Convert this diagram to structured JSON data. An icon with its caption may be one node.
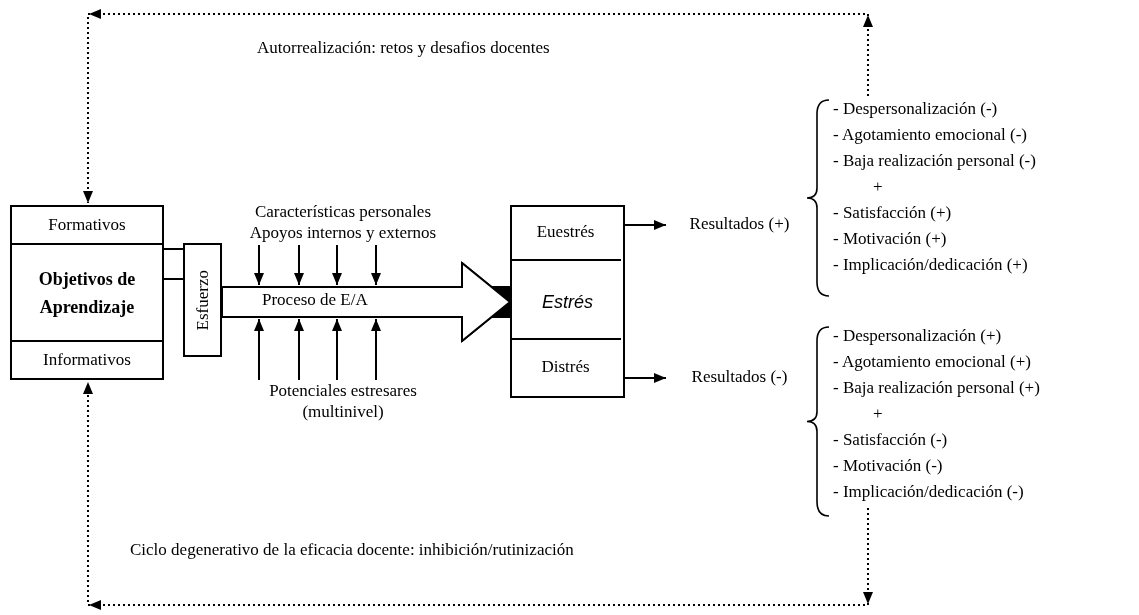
{
  "diagram": {
    "nodes": [
      {
        "text": [
          "Formativos",
          "Objetivos de Aprendizaje",
          "Informativos"
        ]
      },
      {
        "text": [
          "Esfuerzo"
        ]
      },
      {
        "text": [
          "Características personales Apoyos internos y externos"
        ]
      },
      {
        "text": [
          "Potenciales estresares (multinivel)"
        ]
      },
      {
        "text": [
          "Estrés"
        ]
      },
      {
        "text": [
          "Euestrés"
        ],
        "in": 4
      },
      {
        "text": [
          "Distrés"
        ],
        "in": 4
      },
      {
        "text": [
          "Resultados (+)"
        ]
      },
      {
        "text": [
          "Resultados (-)"
        ]
      },
      {
        "text": [
          "- Despersonalización (-)",
          "- Agotamiento emocional (-)",
          "- Baja realización personal (-)",
          "+",
          "- Satisfacción (+)",
          "- Motivación (+)",
          "- Implicación/dedicación (+)"
        ]
      },
      {
        "text": [
          "- Despersonalización (+)",
          "- Agotamiento emocional (+)",
          "- Baja realización personal (+)",
          "+",
          "- Satisfacción (-)",
          "- Motivación (-)",
          "- Implicación/dedicación (-)"
        ]
      }
    ],
    "edges": [
      {
        "from": 0,
        "to": 1,
        "arrow": "none"
      },
      {
        "from": 1,
        "to": 4,
        "arrow": "to",
        "style": "thick",
        "label": "Proceso de E/A"
      },
      {
        "from": 2,
        "to": null,
        "arrow": "to"
      },
      {
        "from": 2,
        "to": null,
        "arrow": "to"
      },
      {
        "from": 2,
        "to": null,
        "arrow": "to"
      },
      {
        "from": 2,
        "to": null,
        "arrow": "to"
      },
      {
        "from": 3,
        "to": null,
        "arrow": "to"
      },
      {
        "from": 3,
        "to": null,
        "arrow": "to"
      },
      {
        "from": 3,
        "to": null,
        "arrow": "to"
      },
      {
        "from": 3,
        "to": null,
        "arrow": "to"
      },
      {
        "from": 5,
        "to": 7,
        "arrow": "to"
      },
      {
        "from": 6,
        "to": 8,
        "arrow": "to"
      },
      {
        "from": 9,
        "to": 0,
        "arrow": "to",
        "style": "dashed",
        "label": "Autorrealización: retos y desafios docentes"
      },
      {
        "from": 10,
        "to": 0,
        "arrow": "to",
        "style": "dashed",
        "label": "Ciclo degenerativo de la eficacia docente: inhibición/rutinización"
      }
    ]
  }
}
